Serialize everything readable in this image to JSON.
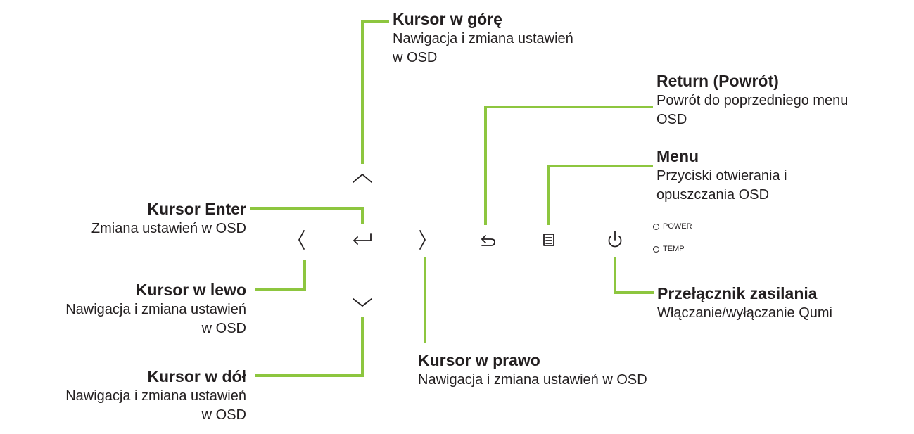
{
  "accent_color": "#8dc63f",
  "indicators": {
    "power": "POWER",
    "temp": "TEMP"
  },
  "callouts": {
    "up": {
      "title": "Kursor w górę",
      "desc1": "Nawigacja i zmiana ustawień",
      "desc2": "w OSD"
    },
    "return": {
      "title": "Return (Powrót)",
      "desc1": "Powrót do poprzedniego menu",
      "desc2": "OSD"
    },
    "menu": {
      "title": "Menu",
      "desc1": "Przyciski otwierania i",
      "desc2": "opuszczania OSD"
    },
    "enter": {
      "title": "Kursor Enter",
      "desc1": "Zmiana ustawień w OSD"
    },
    "left": {
      "title": "Kursor w lewo",
      "desc1": "Nawigacja i zmiana ustawień",
      "desc2": "w OSD"
    },
    "down": {
      "title": "Kursor w dół",
      "desc1": "Nawigacja i zmiana ustawień",
      "desc2": "w OSD"
    },
    "right": {
      "title": "Kursor w prawo",
      "desc1": "Nawigacja i zmiana ustawień w OSD"
    },
    "power": {
      "title": "Przełącznik zasilania",
      "desc1": "Włączanie/wyłączanie Qumi"
    }
  },
  "buttons": [
    "chevron-up-icon",
    "chevron-down-icon",
    "chevron-left-icon",
    "chevron-right-icon",
    "enter-icon",
    "return-icon",
    "menu-icon",
    "power-icon"
  ]
}
